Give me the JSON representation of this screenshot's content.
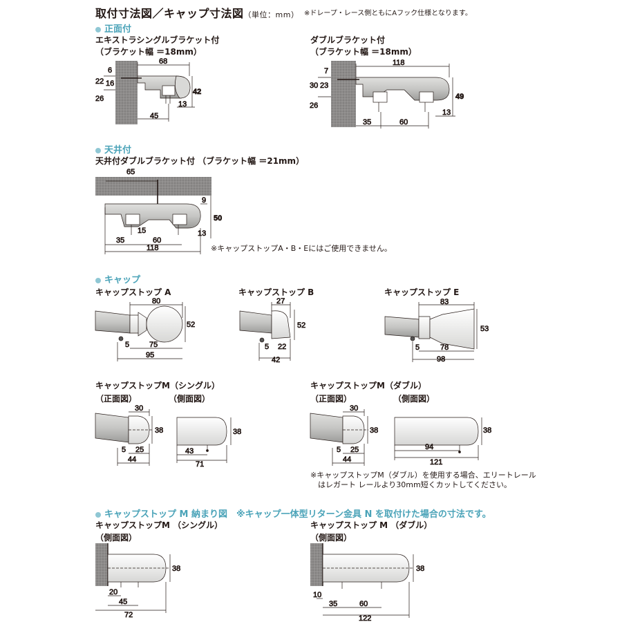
{
  "header": {
    "title": "取付寸法図／キャップ寸法図",
    "unit": "（単位：mm）",
    "note": "※ドレープ・レース側ともにAフック仕様となります。"
  },
  "sections": {
    "front": "正面付",
    "ceiling": "天井付",
    "cap": "キャップ",
    "cap_m_install": "キャップストップ M 納まり図　※キャップ一体型リターン金具 N を取付けた場合の寸法です。"
  },
  "front_single": {
    "title1": "エキストラシングルブラケット付",
    "title2": "（ブラケット幅 ＝18mm）",
    "dims": {
      "d68": "68",
      "d6": "6",
      "d22": "22",
      "d16": "16",
      "d42": "42",
      "d26": "26",
      "d13": "13",
      "d45": "45"
    }
  },
  "front_double": {
    "title1": "ダブルブラケット付",
    "title2": "（ブラケット幅 ＝18mm）",
    "dims": {
      "d118": "118",
      "d7": "7",
      "d30": "30",
      "d23": "23",
      "d49": "49",
      "d26": "26",
      "d13": "13",
      "d35": "35",
      "d60": "60"
    }
  },
  "ceiling_double": {
    "title": "天井付ダブルブラケット付 （ブラケット幅 ＝21mm）",
    "dims": {
      "d65": "65",
      "d9": "9",
      "d50": "50",
      "d15": "15",
      "d13": "13",
      "d35": "35",
      "d60": "60",
      "d118": "118"
    },
    "note": "※キャップストップA・B・Eにはご使用できません。"
  },
  "cap_a": {
    "title": "キャップストップ A",
    "dims": {
      "d80": "80",
      "d52": "52",
      "d75": "75",
      "d5": "5",
      "d95": "95"
    }
  },
  "cap_b": {
    "title": "キャップストップ B",
    "dims": {
      "d27": "27",
      "d52": "52",
      "d5": "5",
      "d22": "22",
      "d42": "42"
    }
  },
  "cap_e": {
    "title": "キャップストップ E",
    "dims": {
      "d83": "83",
      "d53": "53",
      "d78": "78",
      "d5": "5",
      "d98": "98"
    }
  },
  "cap_m_single": {
    "title": "キャップストップM（シングル）",
    "front_label": "（正面図）",
    "side_label": "（側面図）",
    "dims": {
      "d30": "30",
      "d38": "38",
      "d5": "5",
      "d25": "25",
      "d44": "44",
      "s38": "38",
      "s43": "43",
      "s71": "71"
    }
  },
  "cap_m_double": {
    "title": "キャップストップM（ダブル）",
    "front_label": "（正面図）",
    "side_label": "（側面図）",
    "dims": {
      "d30": "30",
      "d38": "38",
      "d5": "5",
      "d25": "25",
      "d44": "44",
      "s38": "38",
      "s94": "94",
      "s121": "121"
    },
    "note1": "※キャップストップM（ダブル）を使用する場合、エリートレール",
    "note2": "はレガート レールより30mm短くカットしてください。"
  },
  "install_single": {
    "title": "キャップストップM （シングル）",
    "side_label": "（側面図）",
    "dims": {
      "d38": "38",
      "d20": "20",
      "d45": "45",
      "d72": "72"
    }
  },
  "install_double": {
    "title": "キャップストップ M （ダブル）",
    "side_label": "（側面図）",
    "dims": {
      "d38": "38",
      "d10": "10",
      "d35": "35",
      "d60": "60",
      "d122": "122"
    }
  }
}
